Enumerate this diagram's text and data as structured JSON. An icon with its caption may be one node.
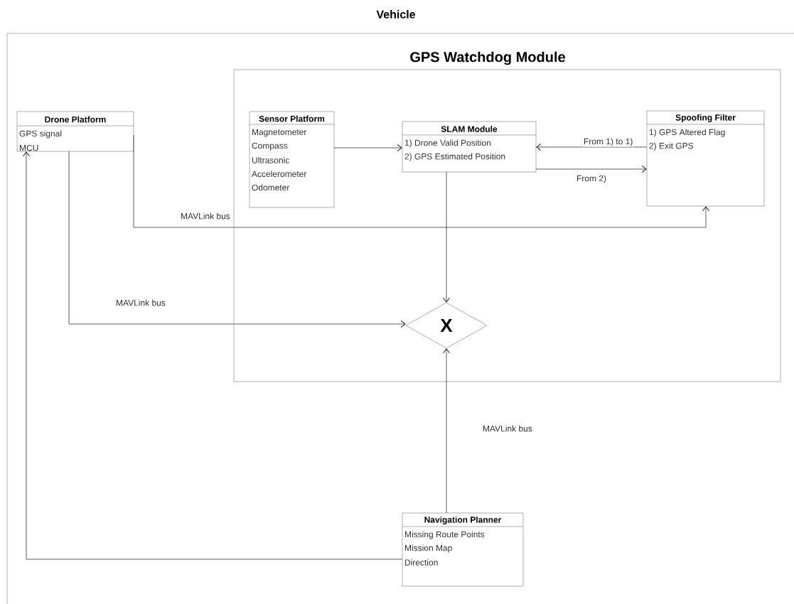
{
  "diagram": {
    "nodes": [
      {
        "text": [
          "Vehicle"
        ]
      },
      {
        "text": [
          "GPS Watchdog Module"
        ],
        "in": 0
      },
      {
        "text": [
          "Drone Platform",
          "GPS signal",
          "MCU"
        ],
        "in": 0
      },
      {
        "text": [
          "Sensor Platform",
          "Magnetometer",
          "Compass",
          "Ultrasonic",
          "Accelerometer",
          "Odometer"
        ],
        "in": 1
      },
      {
        "text": [
          "SLAM Module",
          "1) Drone Valid Position",
          "2) GPS Estimated Position"
        ],
        "in": 1
      },
      {
        "text": [
          "Spoofing Filter",
          "1) GPS Altered Flag",
          "2) Exit GPS"
        ],
        "in": 1
      },
      {
        "text": [
          "X"
        ],
        "in": 1
      },
      {
        "text": [
          "Navigation Planner",
          "Missing Route Points",
          "Mission Map",
          "Direction"
        ],
        "in": 0
      }
    ],
    "edges": [
      {
        "from": 3,
        "to": 4,
        "arrow": "to"
      },
      {
        "from": 5,
        "to": 4,
        "arrow": "to",
        "label": "From 1) to 1)"
      },
      {
        "from": 4,
        "to": 5,
        "arrow": "to",
        "label": "From 2)"
      },
      {
        "from": 2,
        "to": 5,
        "arrow": "to",
        "label": "MAVLink bus"
      },
      {
        "from": 4,
        "to": 6,
        "arrow": "to"
      },
      {
        "from": 2,
        "to": 6,
        "arrow": "to",
        "label": "MAVLink bus"
      },
      {
        "from": 7,
        "to": 6,
        "arrow": "to",
        "label": "MAVLink bus"
      },
      {
        "from": 7,
        "to": 2,
        "arrow": "to"
      }
    ]
  }
}
